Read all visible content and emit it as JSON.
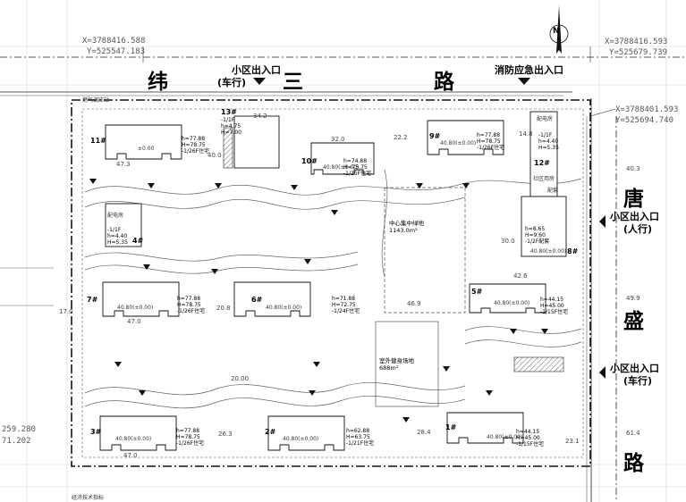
{
  "roads": {
    "north_1": "纬",
    "north_2": "三",
    "north_3": "路",
    "east_1": "唐",
    "east_2": "盛",
    "east_3": "路"
  },
  "entrances": {
    "north_vehicle_1": "小区出入口",
    "north_vehicle_2": "(车行)",
    "fire": "消防应急出入口",
    "east_ped_1": "小区出入口",
    "east_ped_2": "(人行)",
    "east_vehicle_1": "小区出入口",
    "east_vehicle_2": "(车行)"
  },
  "coordinates": {
    "nw_x": "X=3788416.588",
    "nw_y": "Y=525547.183",
    "ne_x": "X=3788416.593",
    "ne_y": "Y=525679.739",
    "e_x": "X=3788401.593",
    "e_y": "Y=525694.740",
    "sw_x": "259.280",
    "sw_y": "71.202"
  },
  "north_arrow": "N",
  "buildings": {
    "b11": {
      "num": "11#",
      "h1": "h=77.88",
      "h2": "H=78.75",
      "h3": "-1/26F住宅",
      "label": "±0.00"
    },
    "b13": {
      "num": "13#",
      "h1": "-1/1F",
      "h2": "h=4.75",
      "h3": "H=7.00"
    },
    "b10": {
      "num": "10#",
      "h1": "h=74.88",
      "h2": "H=75.75",
      "h3": "-1/25F住宅",
      "label": "40.80(±0.00)"
    },
    "b9": {
      "num": "9#",
      "h1": "h=77.88",
      "h2": "H=78.75",
      "h3": "-1/26F住宅",
      "label": "40.80(±0.00)"
    },
    "b12": {
      "num": "12#",
      "h1": "-1/1F",
      "h2": "h=4.40",
      "h3": "H=5.35"
    },
    "b4": {
      "num": "4#",
      "name": "配电房",
      "h1": "-1/1F",
      "h2": "h=4.40",
      "h3": "H=5.35"
    },
    "b8": {
      "num": "8#",
      "h1": "h=8.65",
      "h2": "H=9.60",
      "h3": "-1/2F配套",
      "label": "40.80(±0.00)"
    },
    "b7": {
      "num": "7#",
      "h1": "h=77.88",
      "h2": "H=78.75",
      "h3": "-1/26F住宅",
      "label": "40.80(±0.00)"
    },
    "b6": {
      "num": "6#",
      "h1": "h=71.88",
      "h2": "H=72.75",
      "h3": "-1/24F住宅",
      "label": "40.80(±0.00)"
    },
    "b5": {
      "num": "5#",
      "h1": "h=44.15",
      "h2": "H=45.00",
      "h3": "-1/15F住宅",
      "label": "40.80(±0.00)"
    },
    "b3": {
      "num": "3#",
      "h1": "h=77.88",
      "h2": "H=78.75",
      "h3": "-1/26F住宅",
      "label": "40.80(±0.00)"
    },
    "b2": {
      "num": "2#",
      "h1": "h=62.88",
      "h2": "H=63.75",
      "h3": "-1/21F住宅",
      "label": "40.80(±0.00)"
    },
    "b1": {
      "num": "1#",
      "h1": "h=44.15",
      "h2": "H=45.00",
      "h3": "-1/15F住宅",
      "label": "40.80(±0.00)"
    }
  },
  "areas": {
    "green_1": "中心集中绿地",
    "green_2": "1143.0m²",
    "sport_1": "室外健身场地",
    "sport_2": "688m²",
    "community": "社区用房",
    "pump": "配电房",
    "garage": "配套"
  },
  "dimensions": {
    "d1": "47.3",
    "d2": "40.0",
    "d3": "34.2",
    "d4": "32.0",
    "d5": "22.2",
    "d6": "14.8",
    "d7": "30.0",
    "d8": "47.0",
    "d9": "20.8",
    "d10": "46.9",
    "d11": "42.6",
    "d12": "47.0",
    "d13": "26.3",
    "d14": "28.4",
    "d15": "23.1",
    "d16": "49.9",
    "d17": "61.4",
    "d18": "17.0",
    "d19": "40.3",
    "d20": "20.00"
  },
  "small": {
    "gas": "燃气调压站",
    "bottom": "经济技术指标"
  }
}
